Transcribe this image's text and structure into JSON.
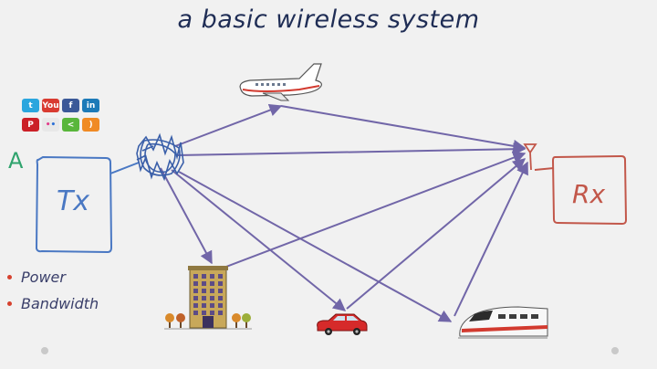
{
  "title": "a basic wireless system",
  "transmitter": {
    "label": "Tx"
  },
  "receiver": {
    "label": "Rx"
  },
  "corner_letter": "A",
  "bullets": [
    "Power",
    "Bandwidth"
  ],
  "social_icons": [
    {
      "name": "twitter-icon",
      "glyph": "t",
      "color": "#2aa6de"
    },
    {
      "name": "youtube-icon",
      "glyph": "You",
      "color": "#d93b31"
    },
    {
      "name": "facebook-icon",
      "glyph": "f",
      "color": "#3b5998"
    },
    {
      "name": "linkedin-icon",
      "glyph": "in",
      "color": "#1c7ab8"
    },
    {
      "name": "pinterest-icon",
      "glyph": "P",
      "color": "#cb2027"
    },
    {
      "name": "flickr-icon",
      "glyph": "••",
      "color": "#e8e8e8"
    },
    {
      "name": "share-icon",
      "glyph": "<",
      "color": "#59b63b"
    },
    {
      "name": "rss-icon",
      "glyph": ")",
      "color": "#f08a24"
    }
  ],
  "colors": {
    "title": "#1f2d55",
    "tx_box": "#4a78c3",
    "rx_box": "#c2574a",
    "signal_path": "#7166a8",
    "bullet_dot": "#d6412e"
  },
  "scene_objects": [
    "airplane",
    "building",
    "car",
    "train"
  ]
}
